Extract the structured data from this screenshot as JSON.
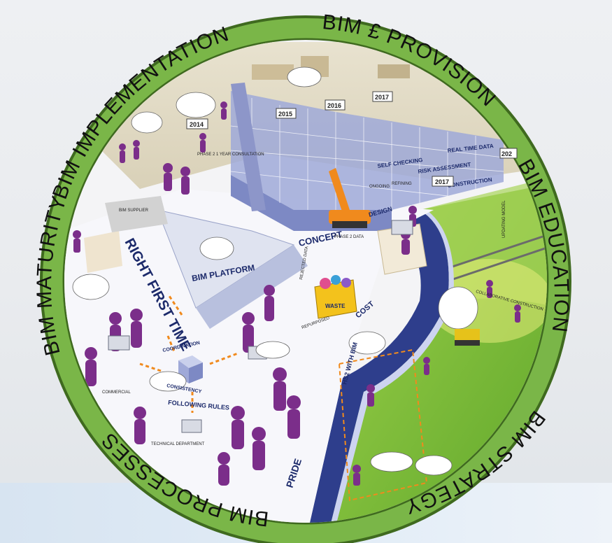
{
  "ring": {
    "segments": [
      "BIM IMPLEMENTATION",
      "BIM £ PROVISION",
      "BIM EDUCATION",
      "BIM STRATEGY",
      "BIM PROCESSES",
      "BIM MATURITY"
    ],
    "color": "#7ab648",
    "border_color": "#3f6a1f"
  },
  "timeline": {
    "years": [
      "2014",
      "2015",
      "2016",
      "2017",
      "2017",
      "202"
    ]
  },
  "scene_labels": {
    "right_first_time": "RIGHT FIRST TIME",
    "bim_platform": "BIM PLATFORM",
    "concept": "CONCEPT",
    "design": "DESIGN",
    "construction": "CONSTRUCTION",
    "self_checking": "SELF CHECKING",
    "real_time_data": "REAL TIME DATA",
    "risk_assessment": "RISK ASSESSMENT",
    "cost": "COST",
    "waste": "WASTE",
    "pride": "PRIDE",
    "hs2_with_bim": "HS2 WITH BIM",
    "coordination": "COORDINATION",
    "consistency": "CONSISTENCY",
    "following_rules": "FOLLOWING RULES",
    "phase2_consultation": "PHASE 2 1 YEAR CONSULTATION",
    "phase2_data": "PHASE 2 DATA",
    "bim_supplier": "BIM SUPPLIER",
    "ongoing": "ONGOING",
    "refining": "REFINING",
    "updating_model": "UPDATING MODEL",
    "collaborative_construction": "COLLABORATIVE CONSTRUCTION",
    "rejected_data": "REJECTED DATA",
    "repurposed": "REPURPOSED",
    "commercial": "COMMERCIAL",
    "technical_department": "TECHNICAL DEPARTMENT"
  },
  "colors": {
    "figures": "#7b2e8a",
    "data_block": "#9fa9d8",
    "path_blue": "#2e3e8c",
    "green_field": "#8dc63f",
    "crane": "#f08a1d"
  }
}
